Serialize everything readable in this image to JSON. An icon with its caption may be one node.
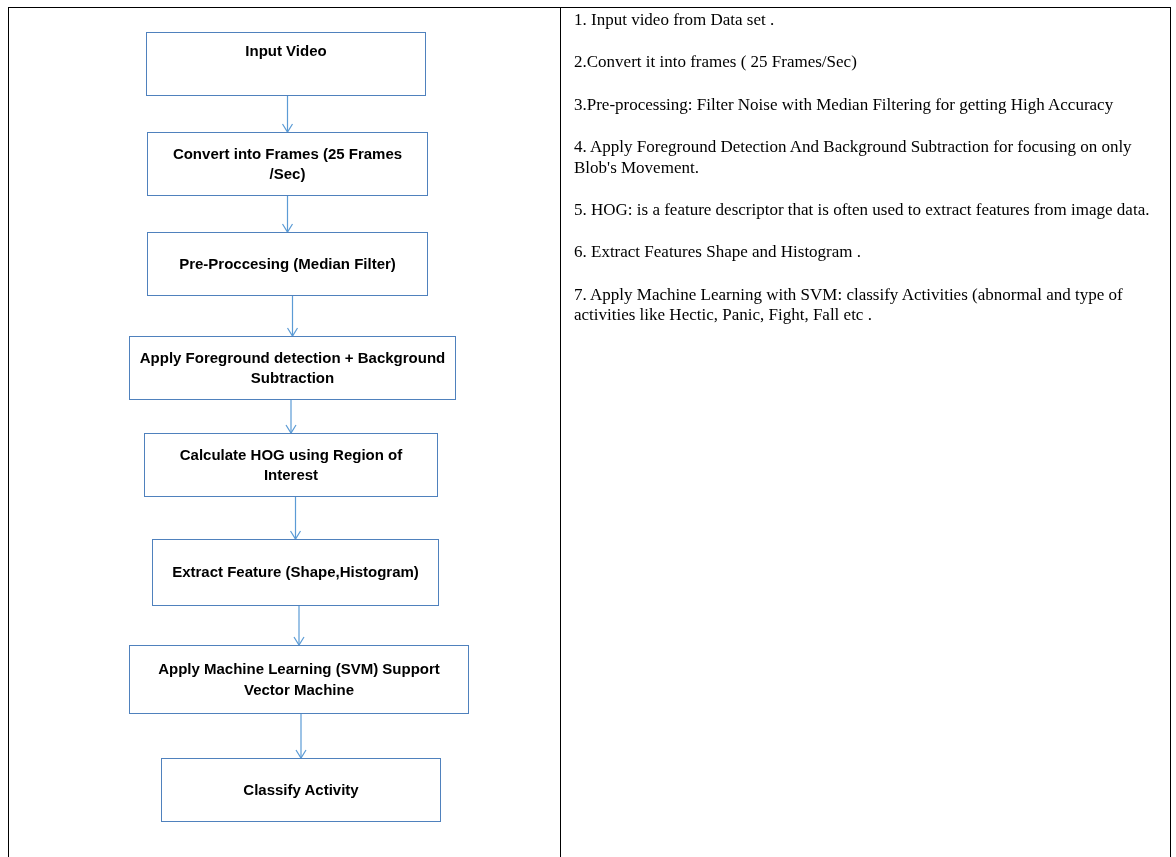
{
  "diagram": {
    "nodes": [
      {
        "text": [
          "Input Video"
        ]
      },
      {
        "text": [
          "Convert into Frames (25 Frames /Sec)"
        ]
      },
      {
        "text": [
          "Pre-Proccesing (Median Filter)"
        ]
      },
      {
        "text": [
          "Apply Foreground detection + Background Subtraction"
        ]
      },
      {
        "text": [
          "Calculate HOG using Region of Interest"
        ]
      },
      {
        "text": [
          "Extract Feature (Shape,Histogram)"
        ]
      },
      {
        "text": [
          "Apply Machine Learning (SVM) Support Vector Machine"
        ]
      },
      {
        "text": [
          "Classify Activity"
        ]
      }
    ],
    "edges": [
      {
        "from": 0,
        "to": 1,
        "arrow": "to"
      },
      {
        "from": 1,
        "to": 2,
        "arrow": "to"
      },
      {
        "from": 2,
        "to": 3,
        "arrow": "to"
      },
      {
        "from": 3,
        "to": 4,
        "arrow": "to"
      },
      {
        "from": 4,
        "to": 5,
        "arrow": "to"
      },
      {
        "from": 5,
        "to": 6,
        "arrow": "to"
      },
      {
        "from": 6,
        "to": 7,
        "arrow": "to"
      }
    ],
    "labels": [
      "1. Input video from Data set .",
      "2.Convert it into frames ( 25 Frames/Sec)",
      "3.Pre-processing: Filter Noise with Median Filtering for getting High Accuracy",
      "4. Apply Foreground Detection And Background Subtraction for focusing on only Blob's Movement.",
      "5. HOG: is a feature descriptor that is often used to extract features from image data.",
      "6. Extract Features Shape and Histogram .",
      "7. Apply Machine Learning with SVM: classify Activities (abnormal and type of activities like Hectic, Panic, Fight, Fall etc ."
    ]
  }
}
